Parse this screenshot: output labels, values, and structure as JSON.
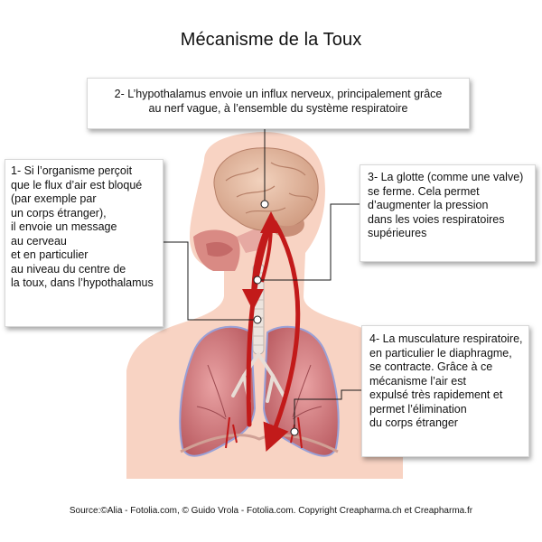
{
  "title": "Mécanisme de la Toux",
  "steps": [
    {
      "lines": [
        "1- Si l’organisme perçoit",
        "que le flux d’air est bloqué",
        "(par exemple par",
        "un corps étranger),",
        "il envoie un message",
        "au cerveau",
        "et en particulier",
        "au niveau du centre de",
        "la toux, dans l’hypothalamus"
      ]
    },
    {
      "lines": [
        "2- L’hypothalamus envoie un influx nerveux, principalement grâce",
        "au nerf vague, à l’ensemble du système respiratoire"
      ]
    },
    {
      "lines": [
        "3- La glotte (comme une valve)",
        "se ferme. Cela permet",
        "d’augmenter la pression",
        "dans les voies respiratoires",
        "supérieures"
      ]
    },
    {
      "lines": [
        "4- La musculature respiratoire,",
        " en particulier le diaphragme,",
        "se contracte. Grâce à ce",
        "mécanisme l’air est",
        "expulsé très rapidement et",
        "permet l’élimination",
        "du corps étranger"
      ]
    }
  ],
  "source": "Source:©Alia - Fotolia.com, © Guido Vrola - Fotolia.com.   Copyright Creapharma.ch  et Creapharma.fr",
  "colors": {
    "skin": "#f8d3c3",
    "lung": "#cf7a7e",
    "lung_outline": "#9aa0d6",
    "brain": "#e4b9a0",
    "arrow": "#c21a1a",
    "connector": "#1a1a1a"
  }
}
